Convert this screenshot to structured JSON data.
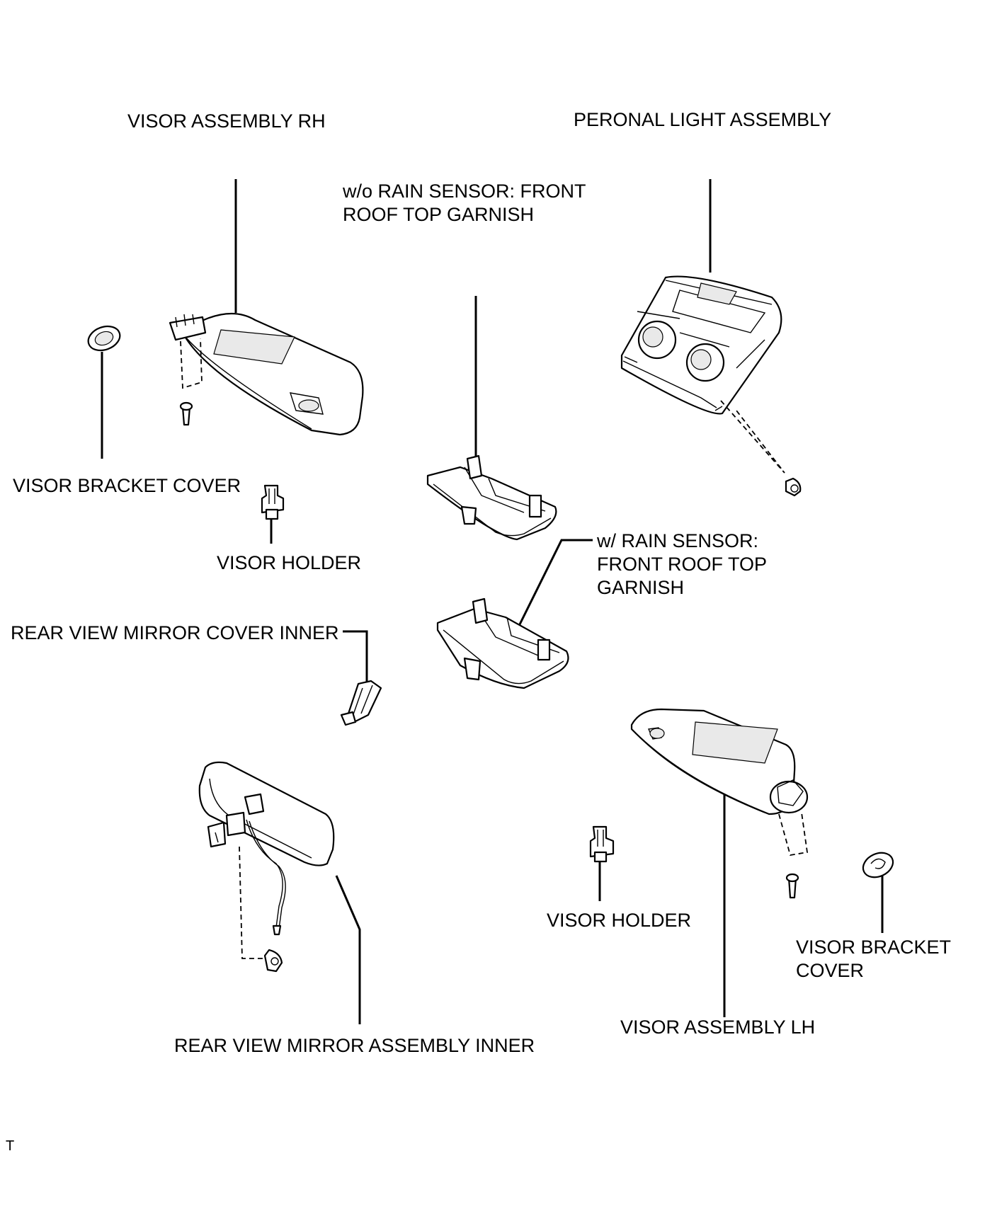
{
  "labels": {
    "visor_assembly_rh": "VISOR ASSEMBLY RH",
    "personal_light_assembly": "PERONAL LIGHT ASSEMBLY",
    "wo_rain_sensor_line1": "w/o RAIN SENSOR: FRONT",
    "wo_rain_sensor_line2": "ROOF TOP GARNISH",
    "visor_bracket_cover_rh": "VISOR BRACKET COVER",
    "visor_holder_rh": "VISOR HOLDER",
    "w_rain_sensor_line1": "w/ RAIN SENSOR:",
    "w_rain_sensor_line2": "FRONT ROOF TOP",
    "w_rain_sensor_line3": "GARNISH",
    "rear_view_mirror_cover_inner": "REAR VIEW MIRROR COVER INNER",
    "visor_holder_lh": "VISOR HOLDER",
    "visor_bracket_cover_lh_line1": "VISOR BRACKET",
    "visor_bracket_cover_lh_line2": "COVER",
    "visor_assembly_lh": "VISOR ASSEMBLY LH",
    "rear_view_mirror_assembly_inner": "REAR VIEW MIRROR ASSEMBLY INNER",
    "corner_mark": "T"
  }
}
